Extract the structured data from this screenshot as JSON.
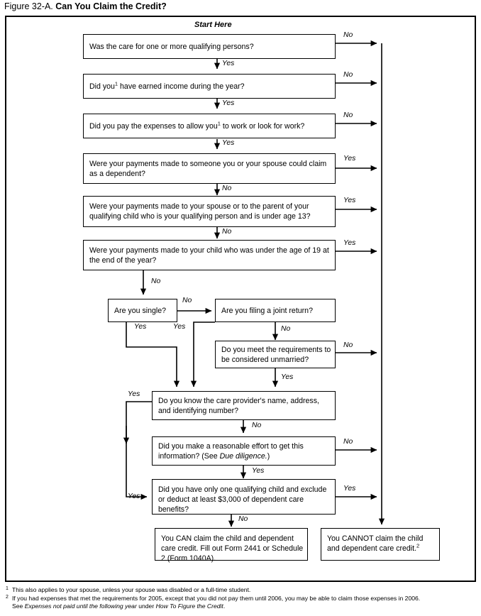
{
  "title": {
    "lead": "Figure 32-A.",
    "bold": "Can You Claim the Credit?"
  },
  "start_label": "Start Here",
  "labels": {
    "yes": "Yes",
    "no": "No"
  },
  "boxes": {
    "q1": "Was the care for one or more qualifying persons?",
    "q2_a": "Did you",
    "q2_sup": "1",
    "q2_b": " have earned income during the year?",
    "q3_a": "Did you pay the expenses to allow you",
    "q3_sup": "1",
    "q3_b": " to work or look for work?",
    "q4": "Were your payments made to someone you or your spouse could claim as a dependent?",
    "q5": "Were your payments made to your spouse or to the parent of your qualifying child who is your qualifying person and is under age 13?",
    "q6": "Were your payments made to your child who was under the age of 19 at the end of the year?",
    "q7": "Are you single?",
    "q8": "Are you filing a joint return?",
    "q9": "Do you meet the requirements to be considered unmarried?",
    "q10": "Do you know the care provider's name, address, and identifying number?",
    "q11_a": "Did you make a reasonable effort to get this information? (See ",
    "q11_ital": "Due diligence.",
    "q11_b": ")",
    "q12": "Did you have only one qualifying child and exclude or deduct at least $3,000 of dependent care benefits?",
    "result_can": "You CAN claim the child and dependent care credit. Fill out Form 2441 or Schedule 2 (Form 1040A).",
    "result_cannot_a": "You CANNOT claim the child and dependent care credit.",
    "result_cannot_sup": "2"
  },
  "edge_labels": {
    "q1_no": "No",
    "q1_yes": "Yes",
    "q2_no": "No",
    "q2_yes": "Yes",
    "q3_no": "No",
    "q3_yes": "Yes",
    "q4_yes": "Yes",
    "q4_no": "No",
    "q5_yes": "Yes",
    "q5_no": "No",
    "q6_yes": "Yes",
    "q6_no": "No",
    "q7_no": "No",
    "q7_yes": "Yes",
    "q8_yes": "Yes",
    "q8_no": "No",
    "q9_no": "No",
    "q9_yes": "Yes",
    "q10_yes": "Yes",
    "q10_no": "No",
    "q11_no": "No",
    "q11_yes": "Yes",
    "q12_yes": "Yes",
    "q12_no": "No"
  },
  "footnotes": {
    "mark1": "1",
    "fn1": "This also applies to your spouse, unless your spouse was disabled or a full-time student.",
    "mark2": "2",
    "fn2": "If you had expenses that met the requirements for 2005, except that you did not pay them until 2006, you may be able to claim those expenses in 2006.",
    "fn2_cont_pre": "See ",
    "fn2_cont_ital1": "Expenses not paid until the following year",
    "fn2_cont_mid": " under ",
    "fn2_cont_ital2": "How To Figure the Credit",
    "fn2_cont_end": "."
  }
}
